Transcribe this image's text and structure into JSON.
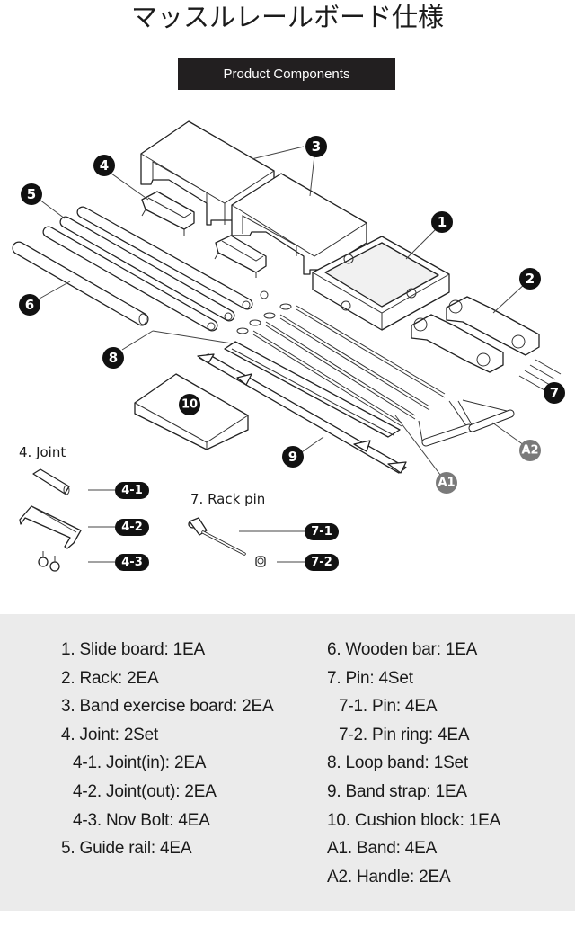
{
  "page": {
    "title": "マッスルレールボード仕様",
    "section_label": "Product Components"
  },
  "diagram": {
    "callouts": {
      "c1": "1",
      "c2": "2",
      "c3": "3",
      "c4": "4",
      "c5": "5",
      "c6": "6",
      "c7": "7",
      "c8": "8",
      "c9": "9",
      "c10": "10",
      "a1": "A1",
      "a2": "A2"
    },
    "joint_detail": {
      "title": "4. Joint",
      "parts": [
        "4-1",
        "4-2",
        "4-3"
      ]
    },
    "rack_pin_detail": {
      "title": "7. Rack pin",
      "parts": [
        "7-1",
        "7-2"
      ]
    },
    "colors": {
      "callout_main": "#111111",
      "callout_accessory": "#7a7a7a",
      "badge_background": "#221f20",
      "spec_panel_background": "#ebebeb"
    }
  },
  "specs": {
    "left": [
      {
        "text": "1. Slide board: 1EA",
        "sub": false
      },
      {
        "text": "2. Rack: 2EA",
        "sub": false
      },
      {
        "text": "3. Band exercise board: 2EA",
        "sub": false
      },
      {
        "text": "4. Joint: 2Set",
        "sub": false
      },
      {
        "text": "4-1. Joint(in): 2EA",
        "sub": true
      },
      {
        "text": "4-2. Joint(out): 2EA",
        "sub": true
      },
      {
        "text": "4-3. Nov Bolt: 4EA",
        "sub": true
      },
      {
        "text": "5. Guide rail: 4EA",
        "sub": false
      }
    ],
    "right": [
      {
        "text": "6. Wooden bar: 1EA",
        "sub": false
      },
      {
        "text": "7. Pin: 4Set",
        "sub": false
      },
      {
        "text": "7-1. Pin: 4EA",
        "sub": true
      },
      {
        "text": "7-2. Pin ring: 4EA",
        "sub": true
      },
      {
        "text": "8. Loop band: 1Set",
        "sub": false
      },
      {
        "text": "9. Band strap: 1EA",
        "sub": false
      },
      {
        "text": "10. Cushion block: 1EA",
        "sub": false
      },
      {
        "text": "A1. Band: 4EA",
        "sub": false
      },
      {
        "text": "A2. Handle: 2EA",
        "sub": false
      }
    ]
  }
}
